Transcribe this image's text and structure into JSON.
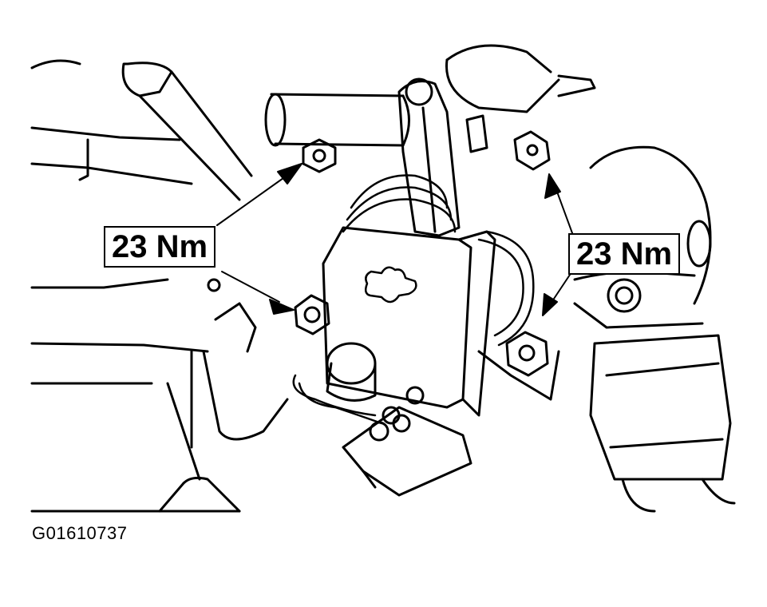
{
  "callouts": {
    "left_torque": "23 Nm",
    "right_torque": "23 Nm"
  },
  "figure_id": "G01610737",
  "colors": {
    "line": "#000000",
    "background": "#ffffff"
  },
  "icons": [
    "arrow-pointer-icon"
  ]
}
